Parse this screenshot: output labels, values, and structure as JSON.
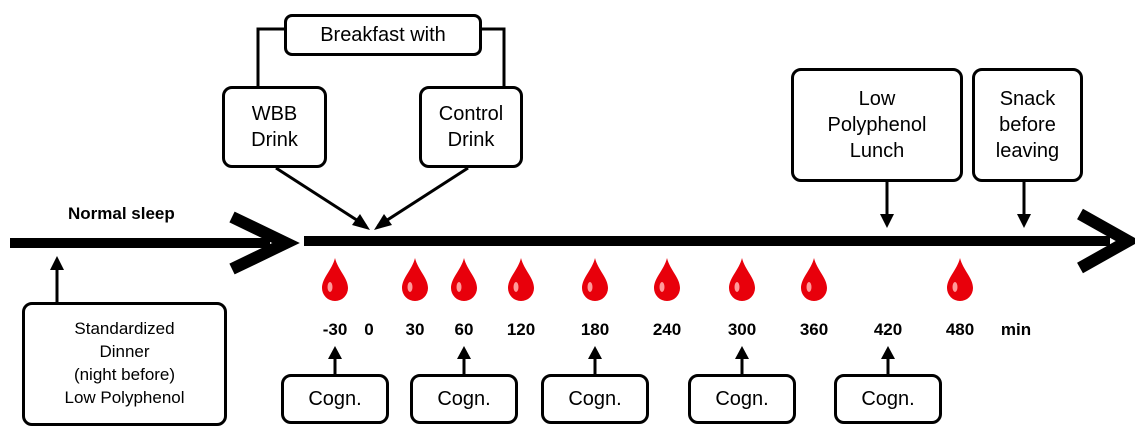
{
  "breakfast_header": "Breakfast with",
  "drinks": {
    "wbb": "WBB\nDrink",
    "control": "Control\nDrink"
  },
  "sleep_label": "Normal sleep",
  "dinner_box": "Standardized\nDinner\n(night before)\nLow Polyphenol",
  "lunch_box": "Low\nPolyphenol\nLunch",
  "snack_box": "Snack\nbefore\nleaving",
  "time_points": [
    "-30",
    "0",
    "30",
    "60",
    "120",
    "180",
    "240",
    "300",
    "360",
    "420",
    "480"
  ],
  "time_unit": "min",
  "blood_sample_times": [
    "-30",
    "30",
    "60",
    "120",
    "180",
    "240",
    "300",
    "360",
    "480"
  ],
  "cognition_label": "Cogn.",
  "cognition_times": [
    "-30",
    "60",
    "180",
    "300",
    "420"
  ],
  "colors": {
    "line": "#000000",
    "blood_drop": "#e8000b",
    "box_bg": "#ffffff"
  },
  "icons": {
    "blood_sample": "blood-drop-icon"
  }
}
